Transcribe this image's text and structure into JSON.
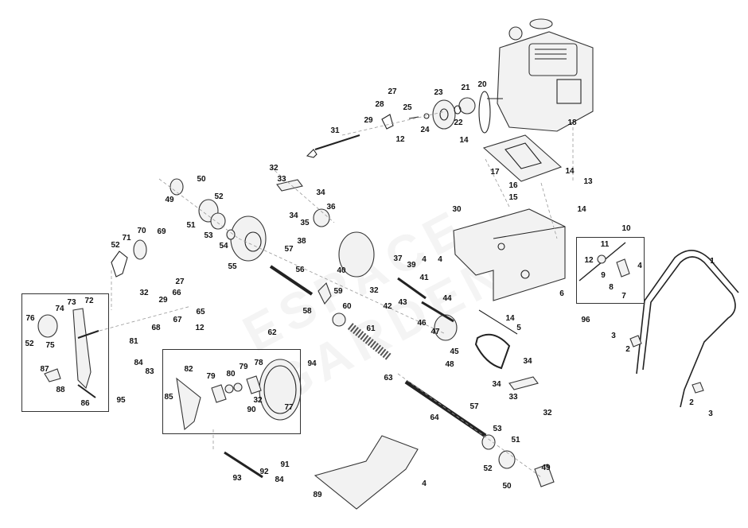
{
  "diagram": {
    "type": "exploded-parts-diagram",
    "watermark": "ESPACE GARDEN",
    "labels": [
      {
        "id": "1",
        "text": "1"
      },
      {
        "id": "2a",
        "text": "2"
      },
      {
        "id": "2b",
        "text": "2"
      },
      {
        "id": "3a",
        "text": "3"
      },
      {
        "id": "3b",
        "text": "3"
      },
      {
        "id": "4a",
        "text": "4"
      },
      {
        "id": "4b",
        "text": "4"
      },
      {
        "id": "4c",
        "text": "4"
      },
      {
        "id": "4d",
        "text": "4"
      },
      {
        "id": "5",
        "text": "5"
      },
      {
        "id": "6",
        "text": "6"
      },
      {
        "id": "7",
        "text": "7"
      },
      {
        "id": "8",
        "text": "8"
      },
      {
        "id": "9",
        "text": "9"
      },
      {
        "id": "10",
        "text": "10"
      },
      {
        "id": "11",
        "text": "11"
      },
      {
        "id": "12a",
        "text": "12"
      },
      {
        "id": "12b",
        "text": "12"
      },
      {
        "id": "12c",
        "text": "12"
      },
      {
        "id": "13",
        "text": "13"
      },
      {
        "id": "14a",
        "text": "14"
      },
      {
        "id": "14b",
        "text": "14"
      },
      {
        "id": "14c",
        "text": "14"
      },
      {
        "id": "14d",
        "text": "14"
      },
      {
        "id": "15",
        "text": "15"
      },
      {
        "id": "16",
        "text": "16"
      },
      {
        "id": "17",
        "text": "17"
      },
      {
        "id": "18",
        "text": "18"
      },
      {
        "id": "20",
        "text": "20"
      },
      {
        "id": "21",
        "text": "21"
      },
      {
        "id": "22",
        "text": "22"
      },
      {
        "id": "23",
        "text": "23"
      },
      {
        "id": "24",
        "text": "24"
      },
      {
        "id": "25",
        "text": "25"
      },
      {
        "id": "27a",
        "text": "27"
      },
      {
        "id": "27b",
        "text": "27"
      },
      {
        "id": "28",
        "text": "28"
      },
      {
        "id": "29a",
        "text": "29"
      },
      {
        "id": "29b",
        "text": "29"
      },
      {
        "id": "30",
        "text": "30"
      },
      {
        "id": "31",
        "text": "31"
      },
      {
        "id": "32a",
        "text": "32"
      },
      {
        "id": "32b",
        "text": "32"
      },
      {
        "id": "32c",
        "text": "32"
      },
      {
        "id": "32d",
        "text": "32"
      },
      {
        "id": "32e",
        "text": "32"
      },
      {
        "id": "33a",
        "text": "33"
      },
      {
        "id": "33b",
        "text": "33"
      },
      {
        "id": "34a",
        "text": "34"
      },
      {
        "id": "34b",
        "text": "34"
      },
      {
        "id": "34c",
        "text": "34"
      },
      {
        "id": "34d",
        "text": "34"
      },
      {
        "id": "35",
        "text": "35"
      },
      {
        "id": "36",
        "text": "36"
      },
      {
        "id": "37",
        "text": "37"
      },
      {
        "id": "38",
        "text": "38"
      },
      {
        "id": "39",
        "text": "39"
      },
      {
        "id": "40",
        "text": "40"
      },
      {
        "id": "41",
        "text": "41"
      },
      {
        "id": "42",
        "text": "42"
      },
      {
        "id": "43",
        "text": "43"
      },
      {
        "id": "44",
        "text": "44"
      },
      {
        "id": "45",
        "text": "45"
      },
      {
        "id": "46",
        "text": "46"
      },
      {
        "id": "47",
        "text": "47"
      },
      {
        "id": "48",
        "text": "48"
      },
      {
        "id": "49a",
        "text": "49"
      },
      {
        "id": "49b",
        "text": "49"
      },
      {
        "id": "50a",
        "text": "50"
      },
      {
        "id": "50b",
        "text": "50"
      },
      {
        "id": "51a",
        "text": "51"
      },
      {
        "id": "51b",
        "text": "51"
      },
      {
        "id": "52a",
        "text": "52"
      },
      {
        "id": "52b",
        "text": "52"
      },
      {
        "id": "52c",
        "text": "52"
      },
      {
        "id": "52d",
        "text": "52"
      },
      {
        "id": "53a",
        "text": "53"
      },
      {
        "id": "53b",
        "text": "53"
      },
      {
        "id": "54",
        "text": "54"
      },
      {
        "id": "55",
        "text": "55"
      },
      {
        "id": "56",
        "text": "56"
      },
      {
        "id": "57a",
        "text": "57"
      },
      {
        "id": "57b",
        "text": "57"
      },
      {
        "id": "58",
        "text": "58"
      },
      {
        "id": "59",
        "text": "59"
      },
      {
        "id": "60",
        "text": "60"
      },
      {
        "id": "61",
        "text": "61"
      },
      {
        "id": "62",
        "text": "62"
      },
      {
        "id": "63",
        "text": "63"
      },
      {
        "id": "64",
        "text": "64"
      },
      {
        "id": "65",
        "text": "65"
      },
      {
        "id": "66",
        "text": "66"
      },
      {
        "id": "67",
        "text": "67"
      },
      {
        "id": "68",
        "text": "68"
      },
      {
        "id": "69",
        "text": "69"
      },
      {
        "id": "70",
        "text": "70"
      },
      {
        "id": "71",
        "text": "71"
      },
      {
        "id": "72",
        "text": "72"
      },
      {
        "id": "73",
        "text": "73"
      },
      {
        "id": "74",
        "text": "74"
      },
      {
        "id": "75",
        "text": "75"
      },
      {
        "id": "76",
        "text": "76"
      },
      {
        "id": "77",
        "text": "77"
      },
      {
        "id": "78",
        "text": "78"
      },
      {
        "id": "79a",
        "text": "79"
      },
      {
        "id": "79b",
        "text": "79"
      },
      {
        "id": "80",
        "text": "80"
      },
      {
        "id": "81",
        "text": "81"
      },
      {
        "id": "82",
        "text": "82"
      },
      {
        "id": "83",
        "text": "83"
      },
      {
        "id": "84a",
        "text": "84"
      },
      {
        "id": "84b",
        "text": "84"
      },
      {
        "id": "85",
        "text": "85"
      },
      {
        "id": "86",
        "text": "86"
      },
      {
        "id": "87",
        "text": "87"
      },
      {
        "id": "88",
        "text": "88"
      },
      {
        "id": "89",
        "text": "89"
      },
      {
        "id": "90",
        "text": "90"
      },
      {
        "id": "91",
        "text": "91"
      },
      {
        "id": "92",
        "text": "92"
      },
      {
        "id": "93",
        "text": "93"
      },
      {
        "id": "94",
        "text": "94"
      },
      {
        "id": "95",
        "text": "95"
      },
      {
        "id": "96",
        "text": "96"
      }
    ]
  }
}
